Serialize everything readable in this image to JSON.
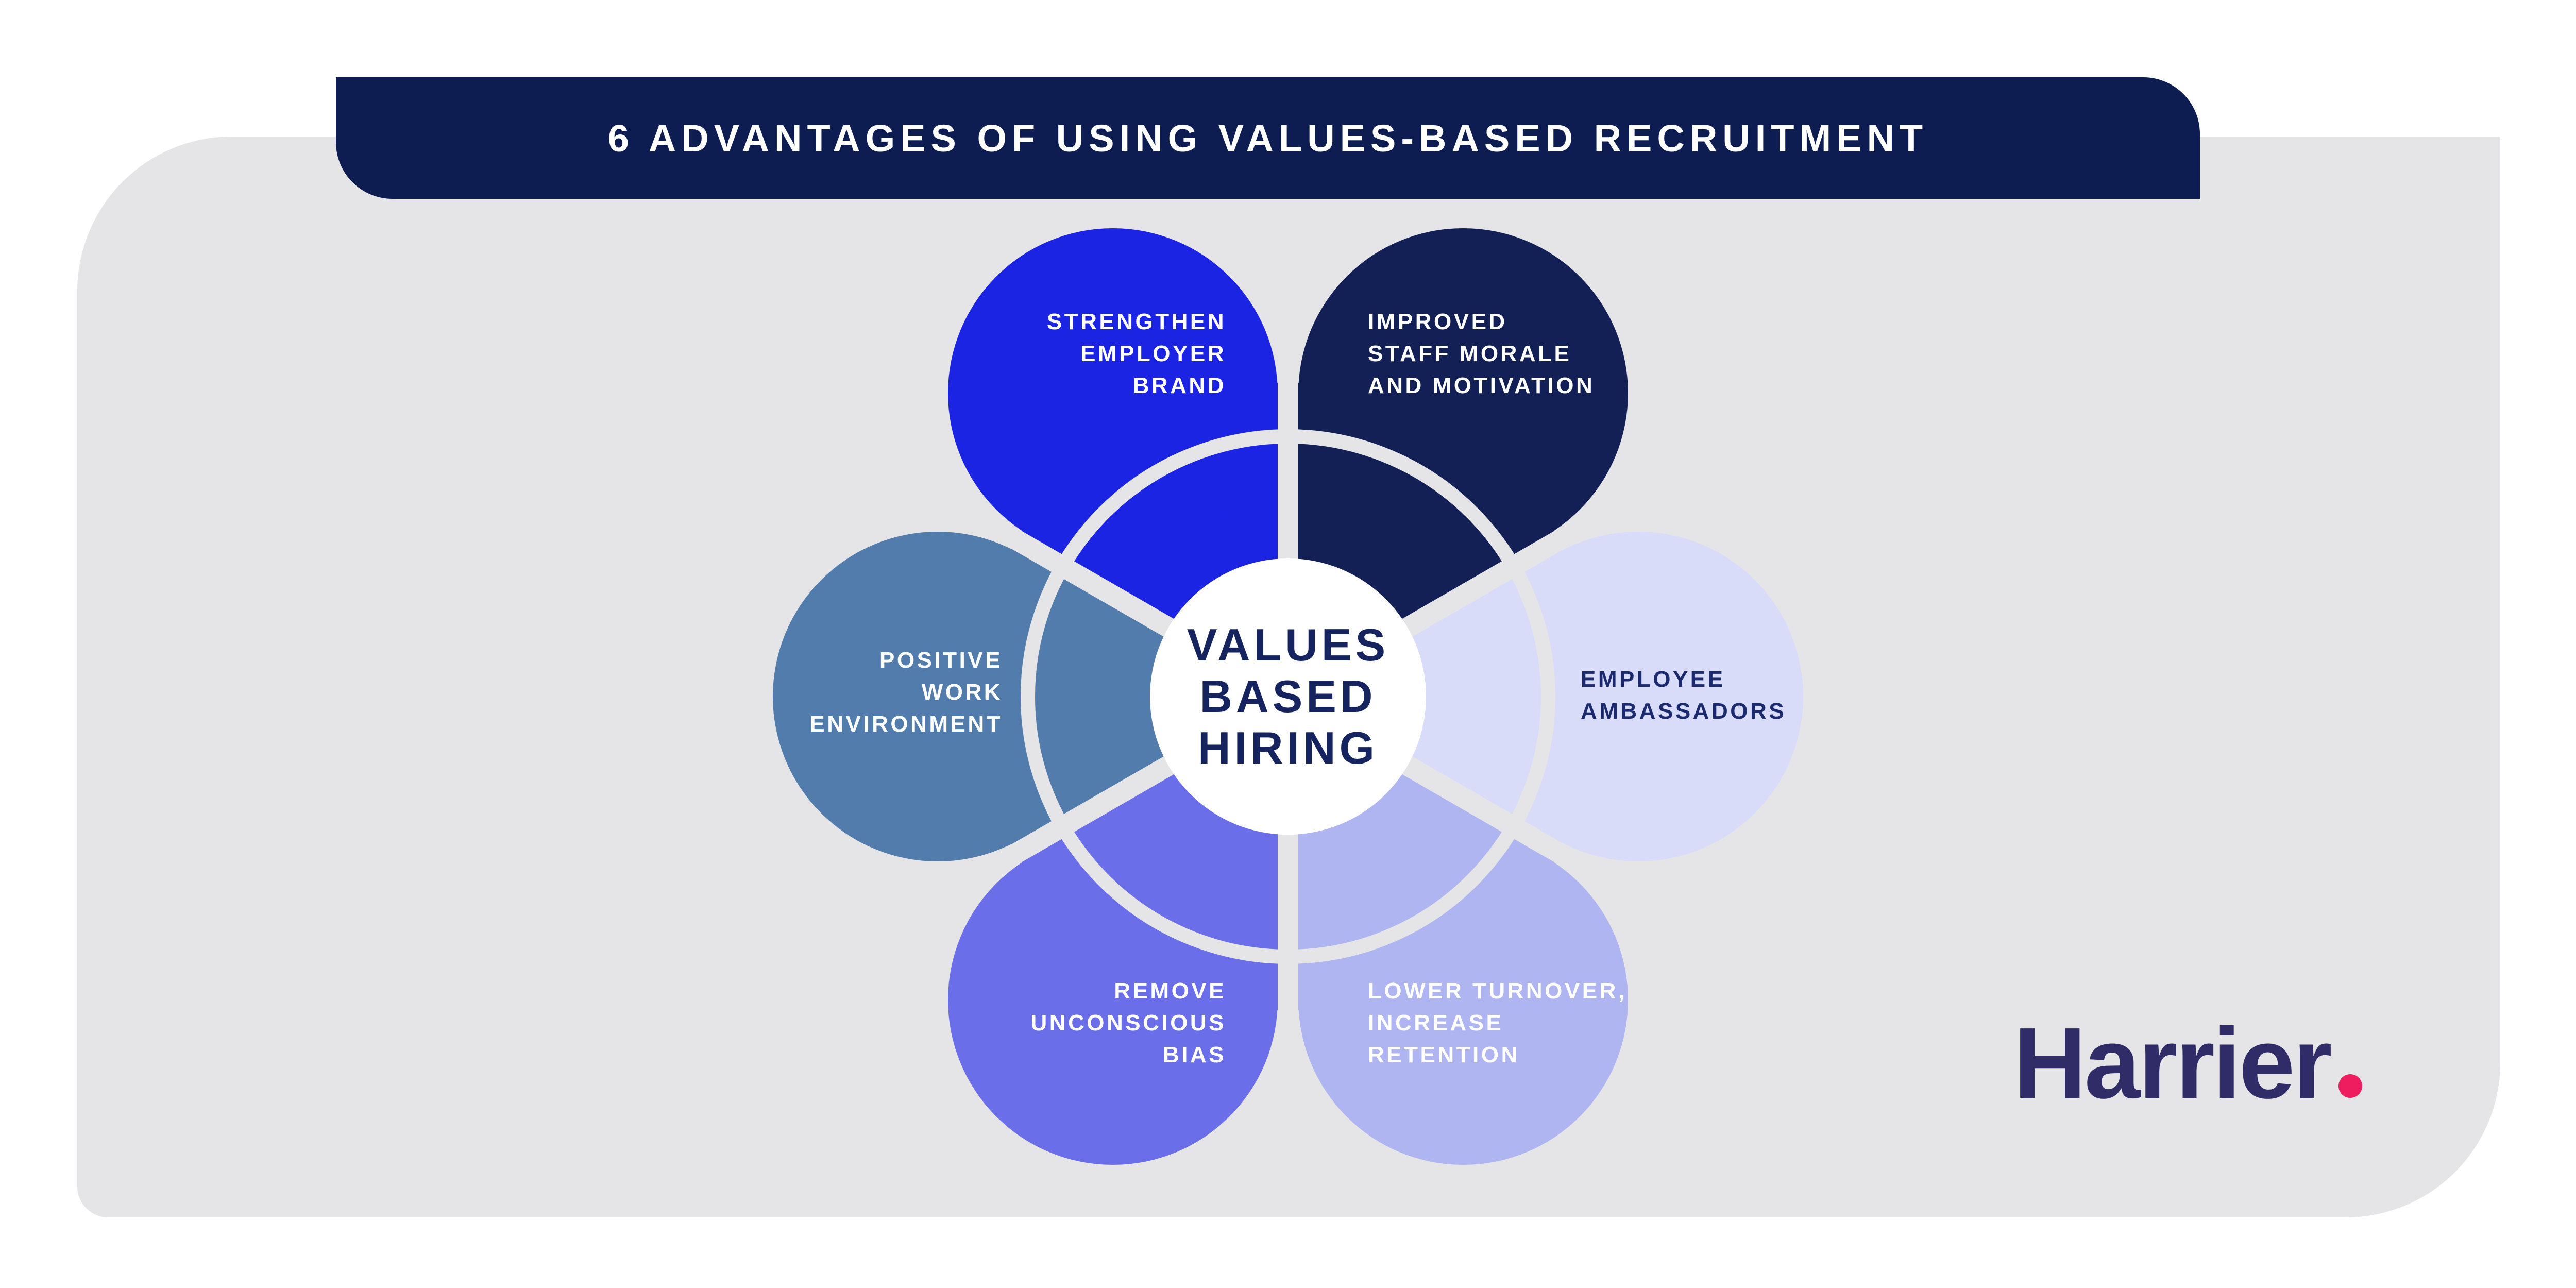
{
  "banner": {
    "title": "6 ADVANTAGES OF USING VALUES-BASED RECRUITMENT",
    "bg": "#0d1d52",
    "text_color": "#ffffff"
  },
  "center": {
    "lines": [
      "VALUES",
      "BASED",
      "HIRING"
    ],
    "text_color": "#15245f",
    "bg": "#ffffff"
  },
  "flower": {
    "ring_color": "#e5e5e7",
    "spoke_color": "#e5e5e7",
    "center_bg": "#ffffff"
  },
  "petals": [
    {
      "name": "strengthen-employer-brand",
      "position": "top-left",
      "lines": [
        "STRENGTHEN",
        "EMPLOYER",
        "BRAND"
      ],
      "color": "#1c24e4",
      "label_color": "#ffffff"
    },
    {
      "name": "improved-staff-morale-and-motivation",
      "position": "top-right",
      "lines": [
        "IMPROVED",
        "STAFF MORALE",
        "AND MOTIVATION"
      ],
      "color": "#122055",
      "label_color": "#ffffff"
    },
    {
      "name": "employee-ambassadors",
      "position": "right",
      "lines": [
        "EMPLOYEE",
        "AMBASSADORS"
      ],
      "color": "#d9dcf9",
      "label_color": "#1b2a6e"
    },
    {
      "name": "lower-turnover-increase-retention",
      "position": "bottom-right",
      "lines": [
        "LOWER TURNOVER,",
        "INCREASE",
        "RETENTION"
      ],
      "color": "#aeb5f1",
      "label_color": "#ffffff"
    },
    {
      "name": "remove-unconscious-bias",
      "position": "bottom-left",
      "lines": [
        "REMOVE",
        "UNCONSCIOUS",
        "BIAS"
      ],
      "color": "#6a6ee8",
      "label_color": "#ffffff"
    },
    {
      "name": "positive-work-environment",
      "position": "left",
      "lines": [
        "POSITIVE",
        "WORK",
        "ENVIRONMENT"
      ],
      "color": "#527cac",
      "label_color": "#ffffff"
    }
  ],
  "logo": {
    "text": "Harrier",
    "dot": ".",
    "text_color": "#2f2c67",
    "dot_color": "#ee1d5f"
  }
}
